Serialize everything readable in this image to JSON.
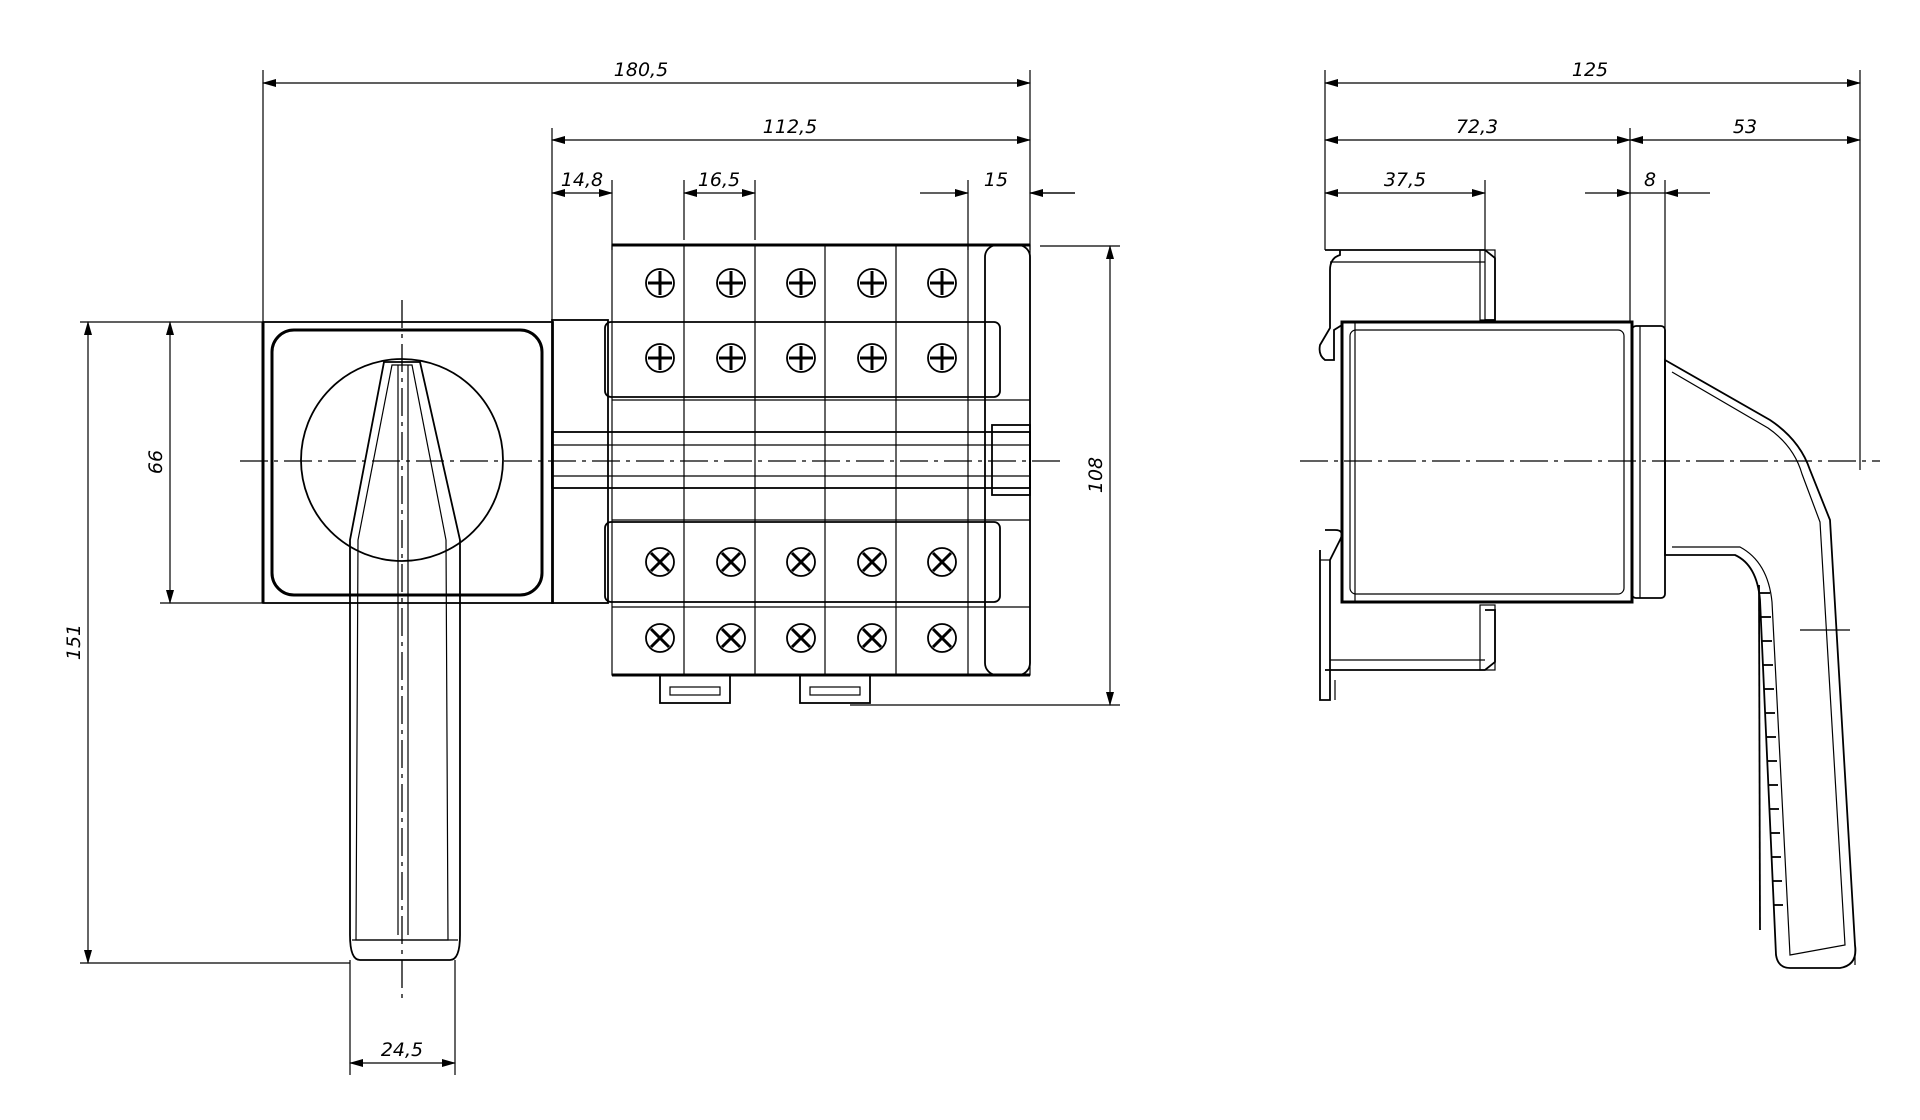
{
  "front_view": {
    "dims": {
      "overall_width": "180,5",
      "body_width": "112,5",
      "first_pitch": "14,8",
      "pitch": "16,5",
      "end_offset": "15",
      "panel_height": "66",
      "overall_height": "151",
      "module_height": "108",
      "handle_width": "24,5"
    },
    "terminal_columns": 5,
    "screw_rows": 4
  },
  "side_view": {
    "dims": {
      "overall_depth": "125",
      "body_depth": "72,3",
      "rail_depth": "37,5",
      "handle_depth": "53",
      "bezel_depth": "8"
    },
    "grip_ribs": 14
  }
}
